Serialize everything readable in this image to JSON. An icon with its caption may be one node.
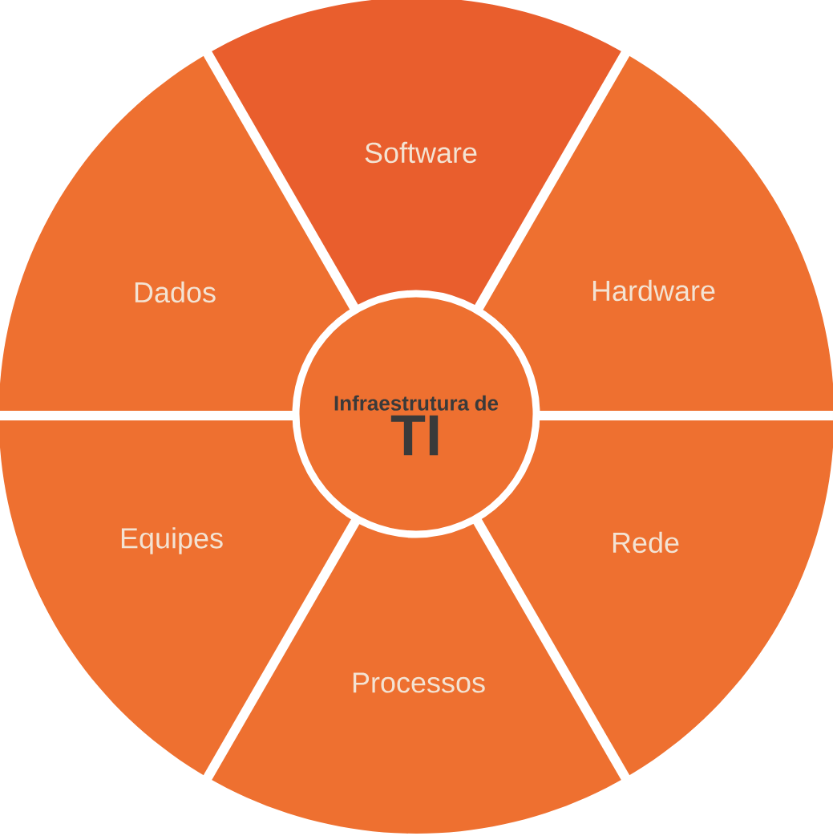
{
  "diagram": {
    "nodes": [
      {
        "text": [
          "Infraestrutura de",
          "TI"
        ]
      },
      {
        "text": [
          "Software"
        ]
      },
      {
        "text": [
          "Hardware"
        ]
      },
      {
        "text": [
          "Rede"
        ]
      },
      {
        "text": [
          "Processos"
        ]
      },
      {
        "text": [
          "Equipes"
        ]
      },
      {
        "text": [
          "Dados"
        ]
      }
    ]
  }
}
